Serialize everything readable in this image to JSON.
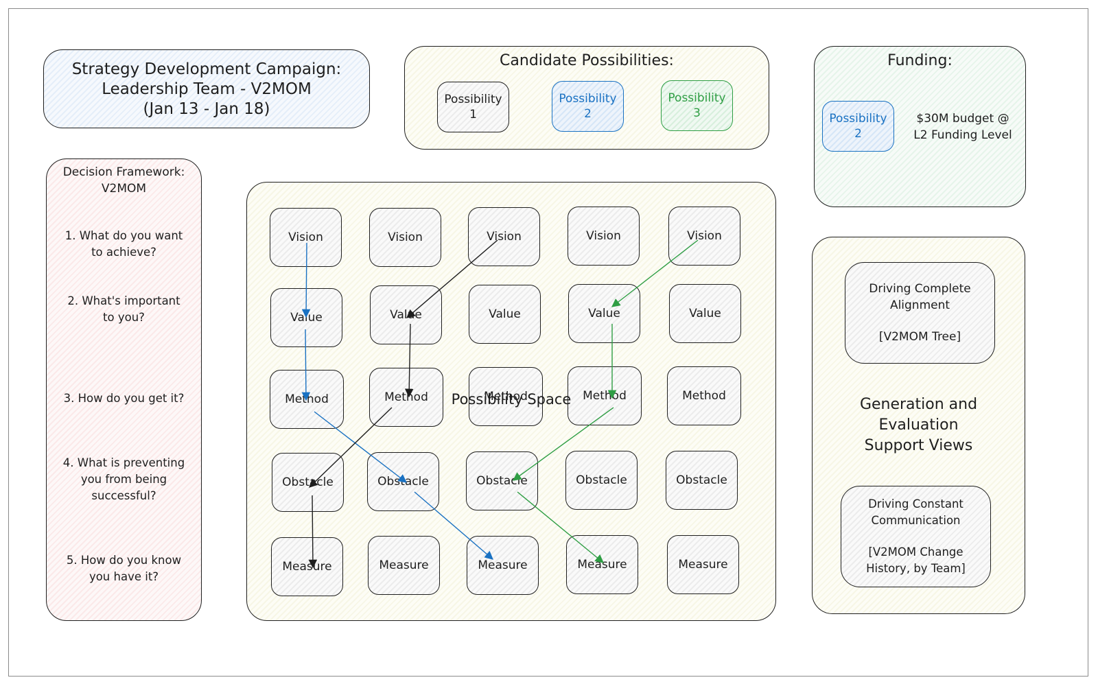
{
  "title": {
    "line1": "Strategy Development Campaign:",
    "line2": "Leadership Team - V2MOM",
    "line3": "(Jan 13 - Jan 18)"
  },
  "candidates": {
    "heading": "Candidate Possibilities:",
    "p1": {
      "l1": "Possibility",
      "l2": "1"
    },
    "p2": {
      "l1": "Possibility",
      "l2": "2"
    },
    "p3": {
      "l1": "Possibility",
      "l2": "3"
    }
  },
  "funding": {
    "heading": "Funding:",
    "possibility": {
      "l1": "Possibility",
      "l2": "2"
    },
    "budget_l1": "$30M budget @",
    "budget_l2": "L2 Funding Level"
  },
  "framework": {
    "heading_l1": "Decision Framework:",
    "heading_l2": "V2MOM",
    "q1": {
      "l1": "1. What do you want",
      "l2": "to achieve?"
    },
    "q2": {
      "l1": "2. What's important",
      "l2": "to you?"
    },
    "q3": {
      "l1": "3. How do you get it?"
    },
    "q4": {
      "l1": "4. What is preventing",
      "l2": "you from being",
      "l3": "successful?"
    },
    "q5": {
      "l1": "5. How do you know",
      "l2": "you have it?"
    }
  },
  "possibility_space": {
    "label": "Possibility Space",
    "vision": "Vision",
    "value": "Value",
    "method": "Method",
    "obstacle": "Obstacle",
    "measure": "Measure"
  },
  "support": {
    "alignment": {
      "l1": "Driving Complete",
      "l2": "Alignment",
      "l3": "[V2MOM Tree]"
    },
    "title": {
      "l1": "Generation and",
      "l2": "Evaluation",
      "l3": "Support Views"
    },
    "communication": {
      "l1": "Driving Constant",
      "l2": "Communication",
      "l3": "[V2MOM Change",
      "l4": "History, by Team]"
    }
  },
  "colors": {
    "blue": "#1971c2",
    "green": "#2f9e44",
    "black": "#1e1e1e"
  }
}
